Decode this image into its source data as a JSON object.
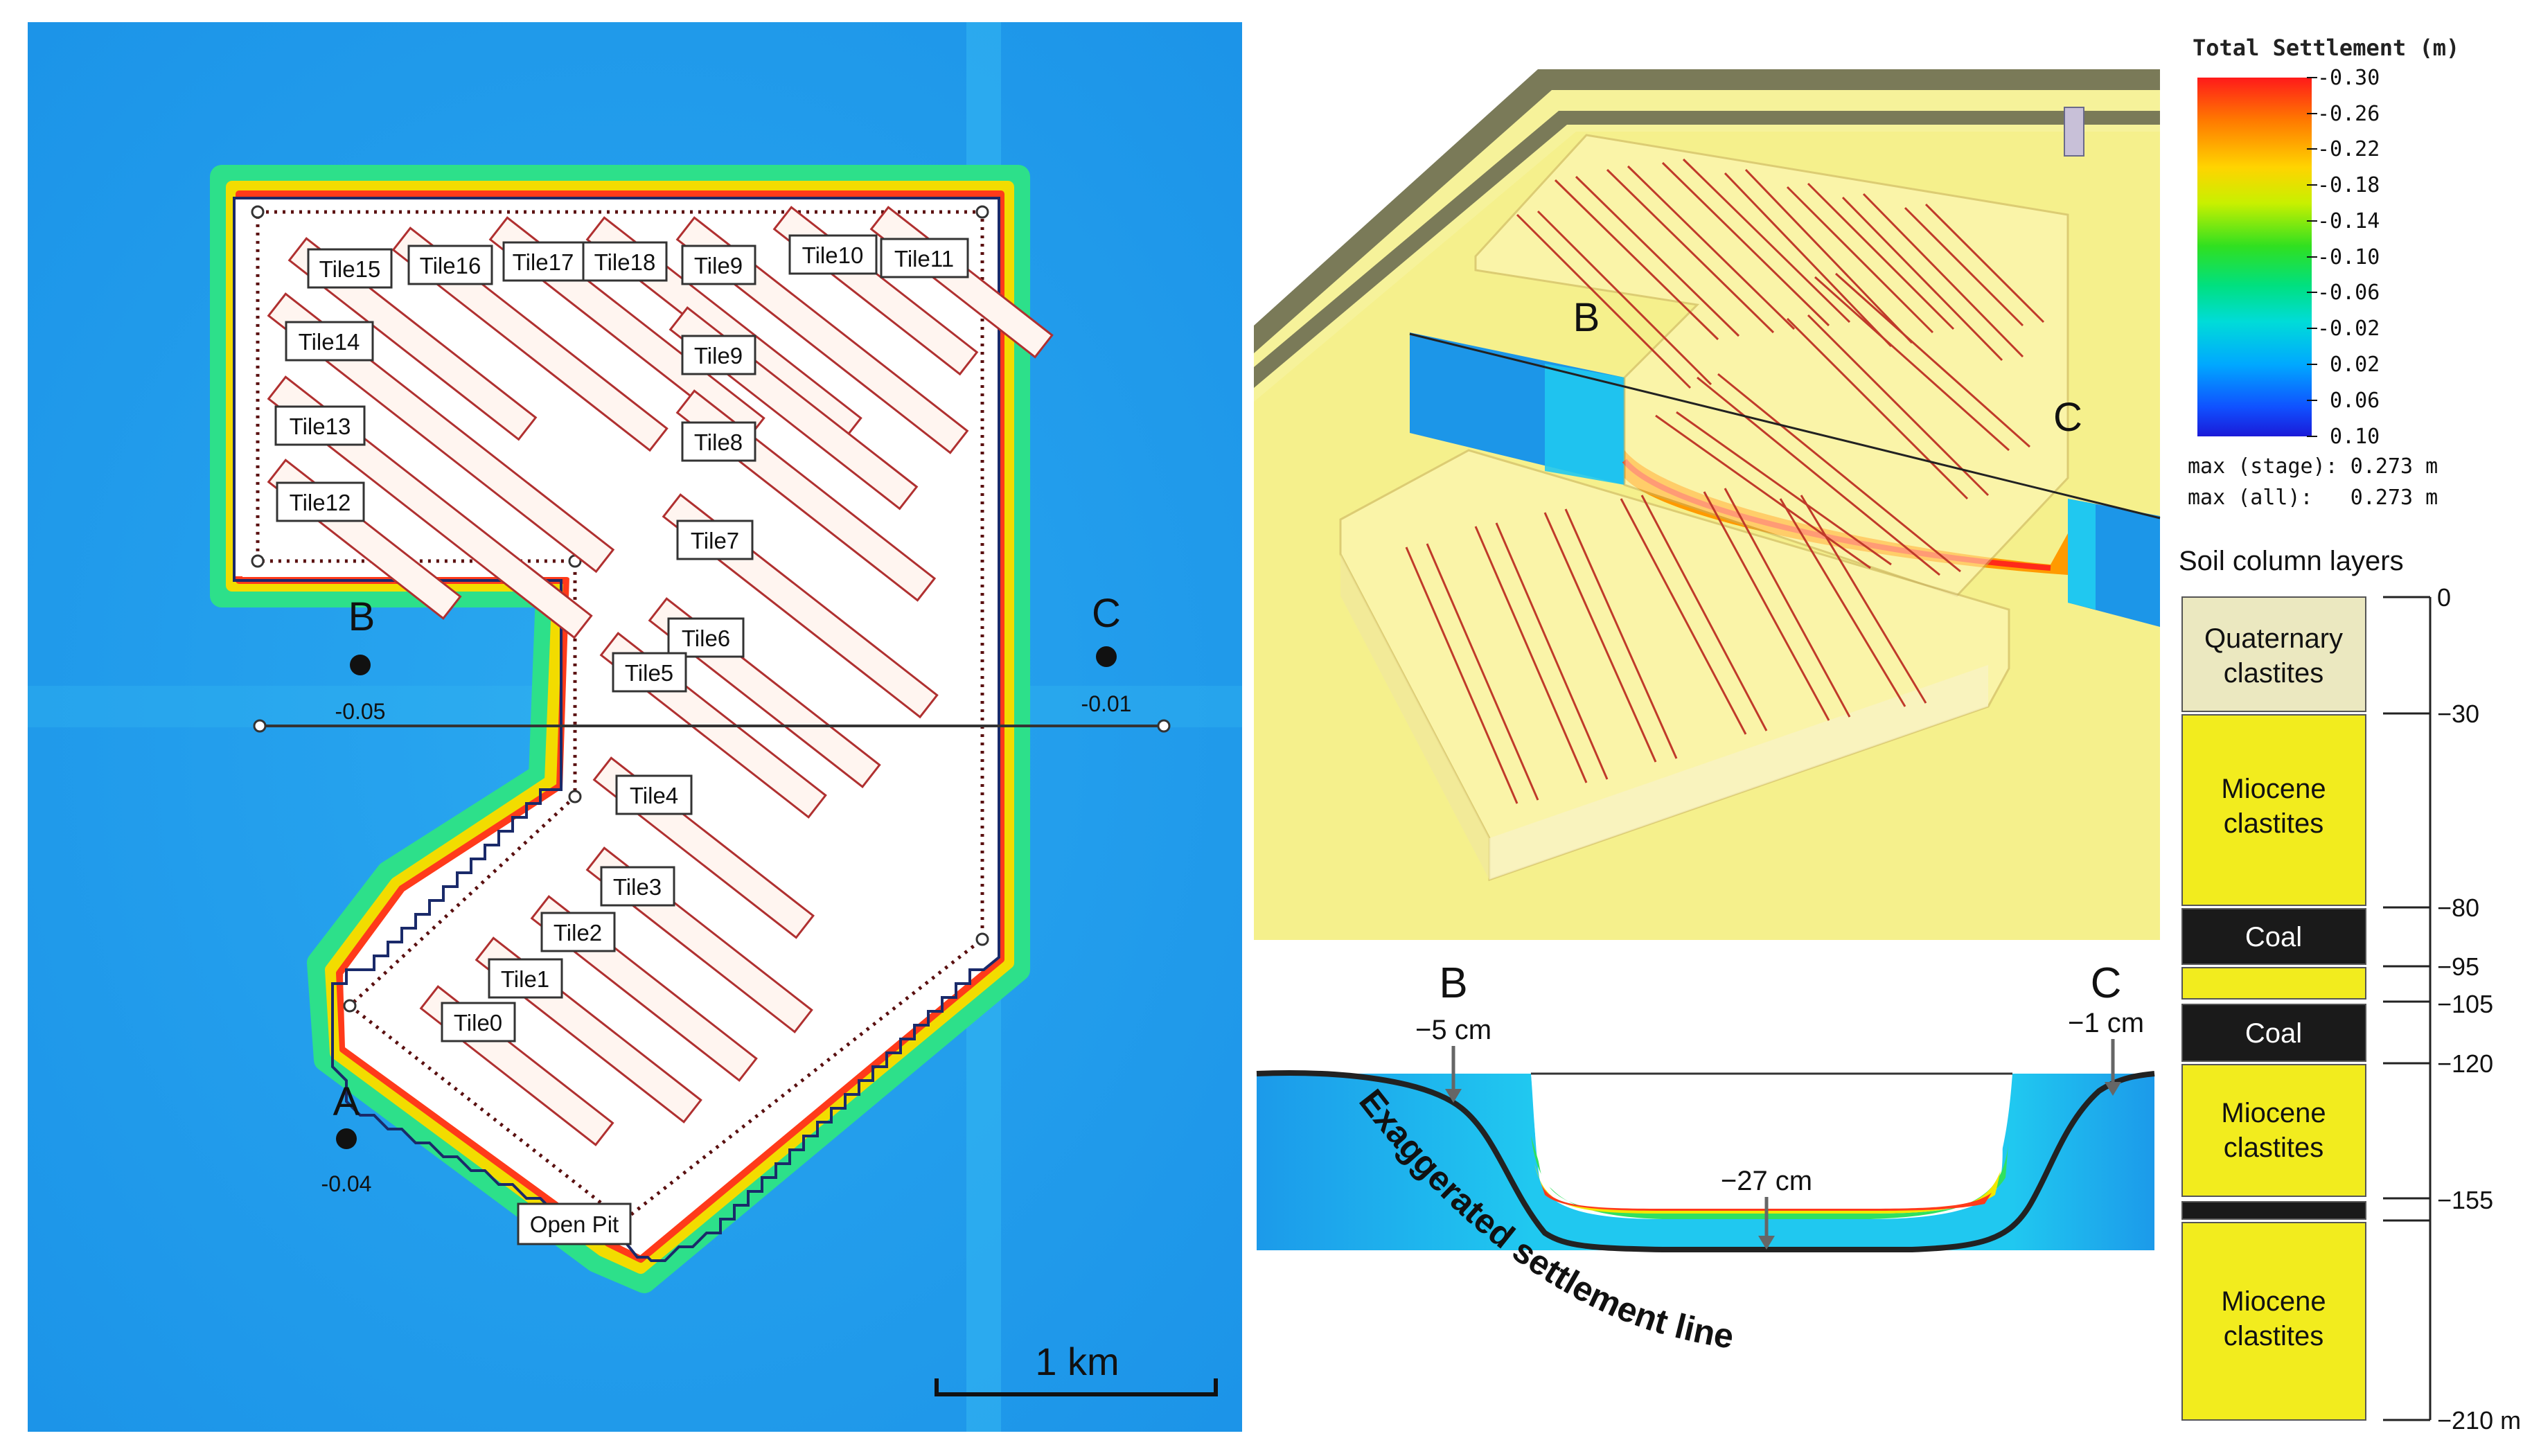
{
  "plan": {
    "points": [
      {
        "label": "A",
        "value": "-0.04"
      },
      {
        "label": "B",
        "value": "-0.05"
      },
      {
        "label": "C",
        "value": "-0.01"
      }
    ],
    "tiles": [
      "Tile15",
      "Tile16",
      "Tile17",
      "Tile18",
      "Tile9",
      "Tile10",
      "Tile11",
      "Tile14",
      "Tile9",
      "Tile13",
      "Tile8",
      "Tile12",
      "Tile7",
      "Tile6",
      "Tile5",
      "Tile4",
      "Tile3",
      "Tile2",
      "Tile1",
      "Tile0",
      "Open Pit"
    ],
    "scale_bar": "1 km"
  },
  "view3d": {
    "label_b": "B",
    "label_c": "C"
  },
  "legend": {
    "title": "Total Settlement (m)",
    "ticks": [
      "-0.30",
      "-0.26",
      "-0.22",
      "-0.18",
      "-0.14",
      "-0.10",
      "-0.06",
      "-0.02",
      "0.02",
      "0.06",
      "0.10"
    ],
    "max_stage": "max (stage): 0.273 m",
    "max_all": "max (all):   0.273 m",
    "colors": [
      "#ff2a1a",
      "#ff8c00",
      "#ffd800",
      "#c8f000",
      "#40e000",
      "#00e070",
      "#00e0d0",
      "#00a8ff",
      "#1050ff",
      "#1020e0"
    ]
  },
  "section": {
    "label_b": "B",
    "label_c": "C",
    "b_value": "−5 cm",
    "c_value": "−1 cm",
    "center_value": "−27 cm",
    "curve_label": "Exaggerated settlement line"
  },
  "soil": {
    "title": "Soil column layers",
    "layers": [
      {
        "name_1": "Quaternary",
        "name_2": "clastites",
        "type": "quaternary"
      },
      {
        "name_1": "Miocene",
        "name_2": "clastites",
        "type": "miocene"
      },
      {
        "name_1": "Coal",
        "name_2": "",
        "type": "coal"
      },
      {
        "name_1": "",
        "name_2": "",
        "type": "miocene"
      },
      {
        "name_1": "Coal",
        "name_2": "",
        "type": "coal"
      },
      {
        "name_1": "Miocene",
        "name_2": "clastites",
        "type": "miocene"
      },
      {
        "name_1": "",
        "name_2": "",
        "type": "coal"
      },
      {
        "name_1": "Miocene",
        "name_2": "clastites",
        "type": "miocene"
      }
    ],
    "depth_labels": [
      "0",
      "−30",
      "−80",
      "−95",
      "−105",
      "−120",
      "−155",
      "−210 m"
    ],
    "colors": {
      "quaternary": "#ebe8c0",
      "miocene": "#f2ec1e",
      "coal": "#1a1a1a"
    }
  }
}
